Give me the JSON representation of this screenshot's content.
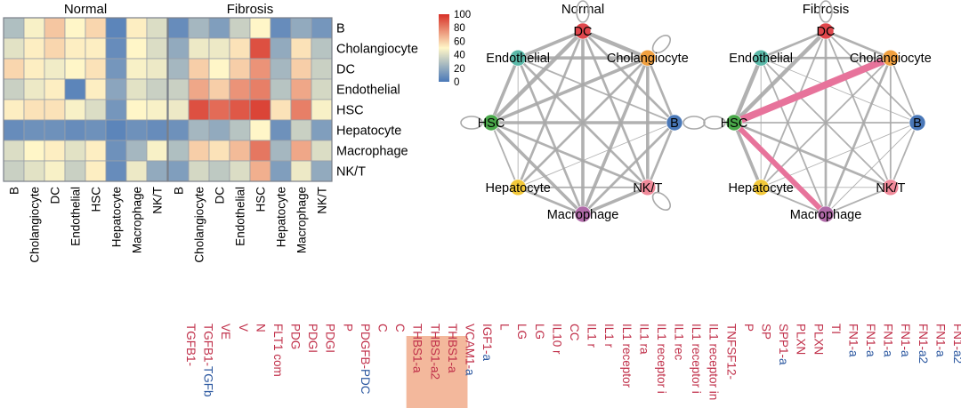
{
  "colors": {
    "low": "#4a78b8",
    "mid": "#fff6c8",
    "high": "#d73027",
    "edge": "#a9a9a9",
    "highlight_edge": "#e7739b",
    "label_red": "#c0304a",
    "label_blue": "#2c58a0",
    "highlight_bg": "#f3b89c"
  },
  "icons": {
    "self_loop": "self-loop-icon"
  },
  "chart_data": [
    {
      "type": "heatmap",
      "title": "Normal",
      "rows": [
        "B",
        "Cholangiocyte",
        "DC",
        "Endothelial",
        "HSC",
        "Hepatocyte",
        "Macrophage",
        "NK/T"
      ],
      "cols": [
        "B",
        "Cholangiocyte",
        "DC",
        "Endothelial",
        "HSC",
        "Hepatocyte",
        "Macrophage",
        "NK/T"
      ],
      "values": [
        [
          28,
          48,
          62,
          50,
          58,
          5,
          52,
          40
        ],
        [
          42,
          52,
          58,
          52,
          52,
          8,
          50,
          40
        ],
        [
          58,
          52,
          46,
          50,
          55,
          12,
          48,
          45
        ],
        [
          35,
          45,
          52,
          5,
          52,
          18,
          42,
          35
        ],
        [
          52,
          55,
          55,
          48,
          40,
          12,
          50,
          48
        ],
        [
          8,
          10,
          10,
          8,
          10,
          5,
          10,
          8
        ],
        [
          40,
          50,
          52,
          42,
          52,
          10,
          25,
          48
        ],
        [
          35,
          42,
          48,
          35,
          52,
          8,
          45,
          20
        ]
      ]
    },
    {
      "type": "heatmap",
      "title": "Fibrosis",
      "rows": [
        "B",
        "Cholangiocyte",
        "DC",
        "Endothelial",
        "HSC",
        "Hepatocyte",
        "Macrophage",
        "NK/T"
      ],
      "cols": [
        "B",
        "Cholangiocyte",
        "DC",
        "Endothelial",
        "HSC",
        "Hepatocyte",
        "Macrophage",
        "NK/T"
      ],
      "values": [
        [
          8,
          25,
          15,
          35,
          50,
          8,
          20,
          12
        ],
        [
          20,
          45,
          45,
          55,
          92,
          20,
          55,
          30
        ],
        [
          25,
          60,
          50,
          60,
          75,
          25,
          60,
          35
        ],
        [
          35,
          70,
          60,
          75,
          80,
          30,
          70,
          38
        ],
        [
          45,
          92,
          85,
          90,
          95,
          55,
          80,
          48
        ],
        [
          10,
          25,
          20,
          30,
          50,
          10,
          35,
          15
        ],
        [
          28,
          60,
          55,
          65,
          82,
          25,
          70,
          40
        ],
        [
          15,
          38,
          32,
          40,
          68,
          15,
          45,
          20
        ]
      ],
      "colorbar": {
        "ticks": [
          "100",
          "80",
          "60",
          "40",
          "20",
          "0"
        ],
        "range": [
          0,
          100
        ]
      }
    },
    {
      "type": "network",
      "title": "Normal",
      "nodes": [
        {
          "id": "DC",
          "label": "DC",
          "color": "#e0474c"
        },
        {
          "id": "Cholangiocyte",
          "label": "Cholangiocyte",
          "color": "#f0a040"
        },
        {
          "id": "B",
          "label": "B",
          "color": "#4a78b8"
        },
        {
          "id": "NK/T",
          "label": "NK/T",
          "color": "#f08a9a"
        },
        {
          "id": "Macrophage",
          "label": "Macrophage",
          "color": "#b06aa8"
        },
        {
          "id": "Hepatocyte",
          "label": "Hepatocyte",
          "color": "#f2c83a"
        },
        {
          "id": "HSC",
          "label": "HSC",
          "color": "#4aa84a"
        },
        {
          "id": "Endothelial",
          "label": "Endothelial",
          "color": "#5ab8a8"
        }
      ],
      "edges": [
        [
          "DC",
          "Cholangiocyte",
          5
        ],
        [
          "DC",
          "B",
          3
        ],
        [
          "DC",
          "NK/T",
          3
        ],
        [
          "DC",
          "Macrophage",
          4
        ],
        [
          "DC",
          "Hepatocyte",
          3
        ],
        [
          "DC",
          "HSC",
          5
        ],
        [
          "DC",
          "Endothelial",
          4
        ],
        [
          "Cholangiocyte",
          "B",
          3
        ],
        [
          "Cholangiocyte",
          "NK/T",
          4
        ],
        [
          "Cholangiocyte",
          "Macrophage",
          4
        ],
        [
          "Cholangiocyte",
          "Hepatocyte",
          3
        ],
        [
          "Cholangiocyte",
          "HSC",
          4
        ],
        [
          "Cholangiocyte",
          "Endothelial",
          4
        ],
        [
          "B",
          "NK/T",
          3
        ],
        [
          "B",
          "Macrophage",
          3
        ],
        [
          "B",
          "Hepatocyte",
          1
        ],
        [
          "B",
          "HSC",
          4
        ],
        [
          "B",
          "Endothelial",
          2
        ],
        [
          "NK/T",
          "Macrophage",
          4
        ],
        [
          "NK/T",
          "Hepatocyte",
          2
        ],
        [
          "NK/T",
          "HSC",
          3
        ],
        [
          "NK/T",
          "Endothelial",
          3
        ],
        [
          "Macrophage",
          "Hepatocyte",
          3
        ],
        [
          "Macrophage",
          "HSC",
          4
        ],
        [
          "Macrophage",
          "Endothelial",
          3
        ],
        [
          "Hepatocyte",
          "HSC",
          2
        ],
        [
          "Hepatocyte",
          "Endothelial",
          1
        ],
        [
          "HSC",
          "Endothelial",
          4
        ]
      ],
      "highlighted": [],
      "self_loops": [
        "DC",
        "Cholangiocyte",
        "B",
        "NK/T",
        "HSC"
      ]
    },
    {
      "type": "network",
      "title": "Fibrosis",
      "nodes": [
        {
          "id": "DC",
          "label": "DC",
          "color": "#e0474c"
        },
        {
          "id": "Cholangiocyte",
          "label": "Cholangiocyte",
          "color": "#f0a040"
        },
        {
          "id": "B",
          "label": "B",
          "color": "#4a78b8"
        },
        {
          "id": "NK/T",
          "label": "NK/T",
          "color": "#f08a9a"
        },
        {
          "id": "Macrophage",
          "label": "Macrophage",
          "color": "#b06aa8"
        },
        {
          "id": "Hepatocyte",
          "label": "Hepatocyte",
          "color": "#f2c83a"
        },
        {
          "id": "HSC",
          "label": "HSC",
          "color": "#4aa84a"
        },
        {
          "id": "Endothelial",
          "label": "Endothelial",
          "color": "#5ab8a8"
        }
      ],
      "edges": [
        [
          "DC",
          "Cholangiocyte",
          3
        ],
        [
          "DC",
          "B",
          2
        ],
        [
          "DC",
          "NK/T",
          2
        ],
        [
          "DC",
          "Macrophage",
          3
        ],
        [
          "DC",
          "Hepatocyte",
          2
        ],
        [
          "DC",
          "HSC",
          5
        ],
        [
          "DC",
          "Endothelial",
          3
        ],
        [
          "Cholangiocyte",
          "B",
          2
        ],
        [
          "Cholangiocyte",
          "NK/T",
          2
        ],
        [
          "Cholangiocyte",
          "Macrophage",
          3
        ],
        [
          "Cholangiocyte",
          "Hepatocyte",
          2
        ],
        [
          "Cholangiocyte",
          "Endothelial",
          3
        ],
        [
          "B",
          "NK/T",
          2
        ],
        [
          "B",
          "Macrophage",
          1
        ],
        [
          "B",
          "Hepatocyte",
          1
        ],
        [
          "B",
          "HSC",
          2
        ],
        [
          "B",
          "Endothelial",
          1
        ],
        [
          "NK/T",
          "Macrophage",
          2
        ],
        [
          "NK/T",
          "Hepatocyte",
          1
        ],
        [
          "NK/T",
          "HSC",
          3
        ],
        [
          "NK/T",
          "Endothelial",
          2
        ],
        [
          "Macrophage",
          "Hepatocyte",
          2
        ],
        [
          "Macrophage",
          "Endothelial",
          2
        ],
        [
          "Hepatocyte",
          "HSC",
          4
        ],
        [
          "Hepatocyte",
          "Endothelial",
          1
        ],
        [
          "HSC",
          "Endothelial",
          5
        ],
        [
          "HSC",
          "Cholangiocyte",
          8
        ],
        [
          "HSC",
          "Macrophage",
          6
        ]
      ],
      "highlighted": [
        [
          "HSC",
          "Cholangiocyte"
        ],
        [
          "HSC",
          "Macrophage"
        ]
      ],
      "self_loops": [
        "DC",
        "HSC"
      ]
    }
  ],
  "pairs": [
    {
      "seg": [
        [
          "TGFB1-",
          0
        ]
      ]
    },
    {
      "seg": [
        [
          "TGFB1-",
          0
        ],
        [
          "TGFb",
          1
        ]
      ]
    },
    {
      "seg": [
        [
          "VE",
          0
        ]
      ]
    },
    {
      "seg": [
        [
          "V",
          0
        ]
      ]
    },
    {
      "seg": [
        [
          "N",
          0
        ]
      ]
    },
    {
      "seg": [
        [
          "FLT1 com",
          0
        ]
      ]
    },
    {
      "seg": [
        [
          "PDG",
          0
        ]
      ]
    },
    {
      "seg": [
        [
          "PDGI",
          0
        ]
      ]
    },
    {
      "seg": [
        [
          "PDGI",
          0
        ]
      ]
    },
    {
      "seg": [
        [
          "P",
          0
        ]
      ]
    },
    {
      "seg": [
        [
          "PDGFB-",
          0
        ],
        [
          "PDC",
          1
        ]
      ]
    },
    {
      "seg": [
        [
          "C",
          0
        ]
      ]
    },
    {
      "seg": [
        [
          "C",
          0
        ]
      ]
    },
    {
      "seg": [
        [
          "THBS1-a",
          0
        ]
      ]
    },
    {
      "seg": [
        [
          "THBS1-a2",
          0
        ]
      ]
    },
    {
      "seg": [
        [
          "THBS1-a",
          0
        ]
      ]
    },
    {
      "seg": [
        [
          "VCAM1-",
          0
        ],
        [
          "a",
          1
        ]
      ]
    },
    {
      "seg": [
        [
          "IGF1-",
          0
        ],
        [
          "a",
          1
        ]
      ]
    },
    {
      "seg": [
        [
          "L",
          0
        ]
      ]
    },
    {
      "seg": [
        [
          "LG",
          0
        ]
      ]
    },
    {
      "seg": [
        [
          "LG",
          0
        ]
      ]
    },
    {
      "seg": [
        [
          "IL10 r",
          0
        ]
      ]
    },
    {
      "seg": [
        [
          "CC",
          0
        ]
      ]
    },
    {
      "seg": [
        [
          "IL1 r",
          0
        ]
      ]
    },
    {
      "seg": [
        [
          "IL1 r",
          0
        ]
      ]
    },
    {
      "seg": [
        [
          "IL1 receptor",
          0
        ]
      ]
    },
    {
      "seg": [
        [
          "IL1 ra",
          0
        ]
      ]
    },
    {
      "seg": [
        [
          "IL1 receptor i",
          0
        ]
      ]
    },
    {
      "seg": [
        [
          "IL1 rec",
          0
        ]
      ]
    },
    {
      "seg": [
        [
          "IL1 receptor i",
          0
        ]
      ]
    },
    {
      "seg": [
        [
          "IL1 receptor in",
          0
        ]
      ]
    },
    {
      "seg": [
        [
          "TNFSF12-",
          0
        ]
      ]
    },
    {
      "seg": [
        [
          "P",
          0
        ]
      ]
    },
    {
      "seg": [
        [
          "SP",
          0
        ]
      ]
    },
    {
      "seg": [
        [
          "SPP1-",
          0
        ],
        [
          "a",
          1
        ]
      ]
    },
    {
      "seg": [
        [
          "PLXN",
          0
        ]
      ]
    },
    {
      "seg": [
        [
          "PLXN",
          0
        ]
      ]
    },
    {
      "seg": [
        [
          "TI",
          0
        ]
      ]
    },
    {
      "seg": [
        [
          "FN1-",
          0
        ],
        [
          "a",
          1
        ]
      ]
    },
    {
      "seg": [
        [
          "FN1-",
          0
        ],
        [
          "a",
          1
        ]
      ]
    },
    {
      "seg": [
        [
          "FN1-",
          0
        ],
        [
          "a",
          1
        ]
      ]
    },
    {
      "seg": [
        [
          "FN1-",
          0
        ],
        [
          "a",
          1
        ]
      ]
    },
    {
      "seg": [
        [
          "FN1-",
          0
        ],
        [
          "a2",
          1
        ]
      ]
    },
    {
      "seg": [
        [
          "FN1-",
          0
        ],
        [
          "a",
          1
        ]
      ]
    },
    {
      "seg": [
        [
          "FN1-",
          0
        ],
        [
          "a2",
          1
        ]
      ]
    }
  ]
}
